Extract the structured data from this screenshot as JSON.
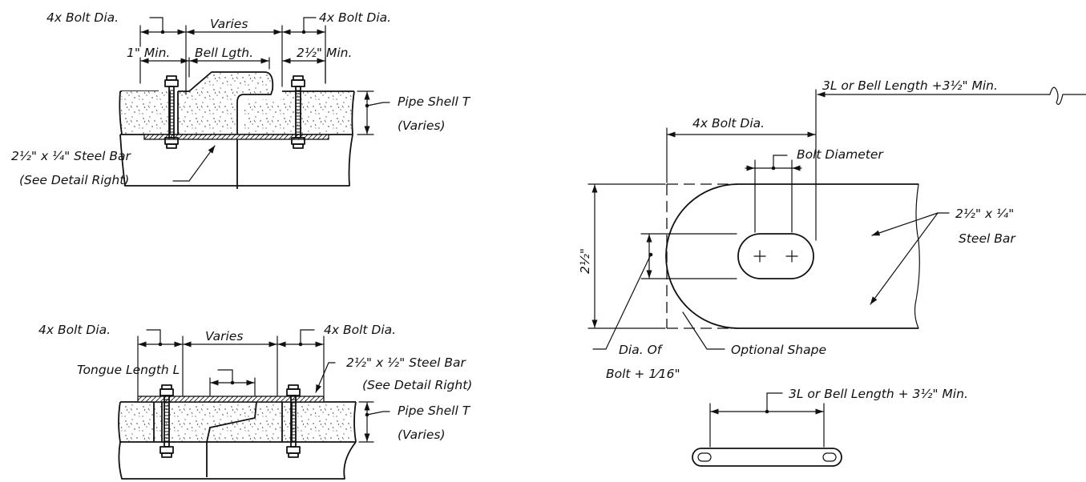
{
  "detail_a": {
    "left_spacing": "4x Bolt Dia.",
    "middle": "Varies",
    "right_spacing": "4x Bolt Dia.",
    "min_left": "1\" Min.",
    "bell_length": "Bell Lgth.",
    "min_right": "2½\" Min.",
    "shell": "Pipe Shell T",
    "shell_sub": "(Varies)",
    "bar": "2½\" x ¼\" Steel Bar",
    "bar_sub": "(See Detail Right)"
  },
  "detail_b": {
    "left_spacing": "4x Bolt Dia.",
    "middle": "Varies",
    "right_spacing": "4x Bolt Dia.",
    "tongue": "Tongue Length L",
    "bar": "2½\" x ½\" Steel Bar",
    "bar_sub": "(See Detail Right)",
    "shell": "Pipe Shell T",
    "shell_sub": "(Varies)"
  },
  "detail_c": {
    "overall": "3L or Bell Length +3½\" Min.",
    "end_spacing": "4x Bolt Dia.",
    "bolt_diameter": "Bolt Diameter",
    "width": "2½\"",
    "bar": "2½\" x ¼\"",
    "bar_sub": "Steel Bar",
    "hole": "Dia. Of",
    "hole_sub": "Bolt + 1⁄16\"",
    "optional": "Optional Shape"
  },
  "detail_d": {
    "overall": "3L or Bell Length + 3½\" Min."
  }
}
